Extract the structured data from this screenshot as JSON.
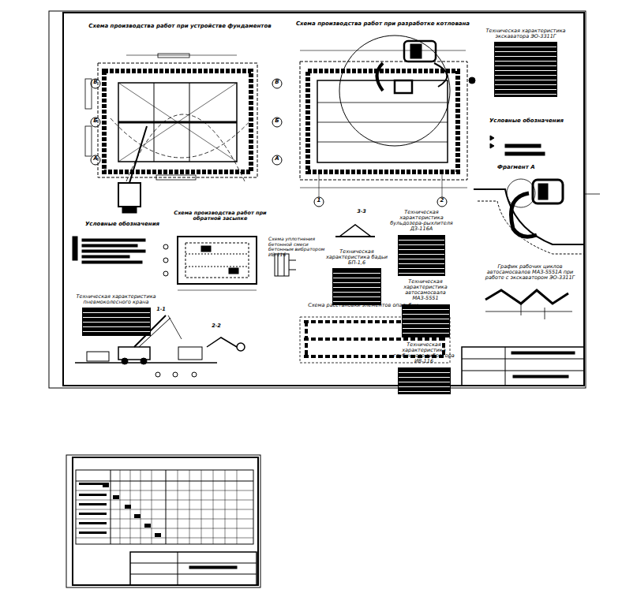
{
  "diagram": {
    "nodes": [
      {
        "text": [
          "Техническая характеристика экскаватора ЭО-3311Г"
        ]
      },
      {
        "text": [
          "Техническая характеристика пневмоколесного крана"
        ]
      },
      {
        "text": [
          "Техническая характеристика бульдозера-рыхлителя ДЗ-116А"
        ]
      },
      {
        "text": [
          "Техническая характеристика бадьи БП-1,6"
        ]
      },
      {
        "text": [
          "Техническая характеристика автосамосвала МАЗ-5551"
        ]
      },
      {
        "text": [
          "Техническая характеристика глубинного вибратора ИВ-116"
        ]
      }
    ],
    "labels": [
      "Схема производства работ при устройстве фундаментов",
      "Схема производства работ при разработке котлована",
      "Условные обозначения",
      "Фрагмент А",
      "Условные обозначения",
      "Схема производства работ при обратной засыпке",
      "3-3",
      "Схема уплотнения бетонной смеси бетонным вибратором ИВ-116",
      "Схема расстановки элементов опалубки",
      "График рабочих циклов автосамосвалов МАЗ-5551А при работе с экскаватором ЭО-3311Г",
      "1-1",
      "2-2",
      "В",
      "Б",
      "А",
      "В",
      "Б",
      "А",
      "1",
      "2"
    ]
  }
}
